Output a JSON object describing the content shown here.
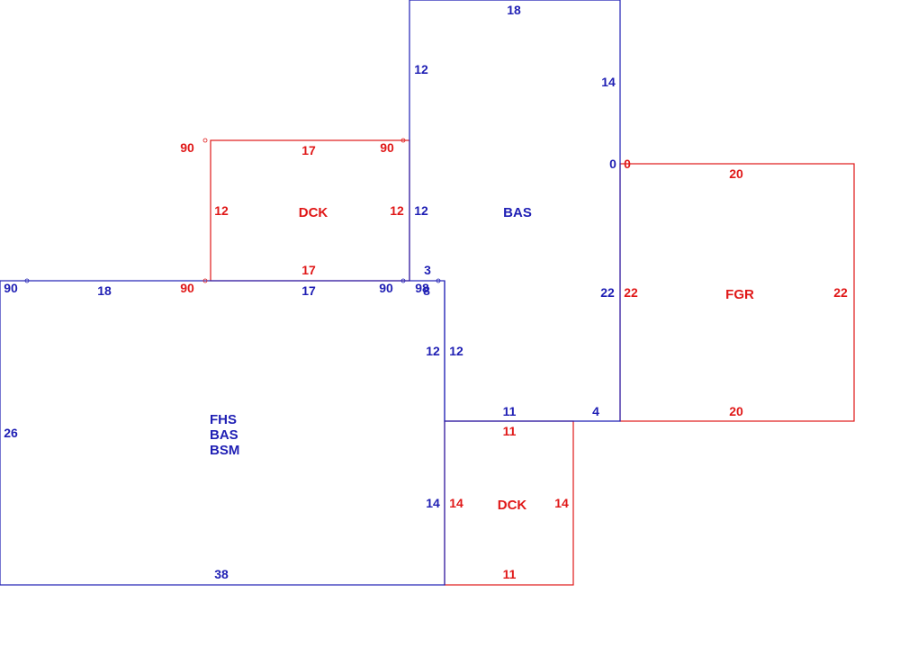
{
  "colors": {
    "blue": "#1f1fb4",
    "red": "#e01818"
  },
  "areas": {
    "bas_top": "BAS",
    "dck_top": "DCK",
    "fgr": "FGR",
    "dck_bottom": "DCK",
    "main_lines": [
      "FHS",
      "BAS",
      "BSM"
    ]
  },
  "dims": {
    "bas_top_18": "18",
    "bas_left_upper_12": "12",
    "bas_right_14": "14",
    "bas_right_0": "0",
    "fgr_left_0": "0",
    "fgr_top_20": "20",
    "fgr_right_22": "22",
    "fgr_left_22": "22",
    "fgr_bottom_20": "20",
    "bas_right_lower_22": "22",
    "dck_top_17": "17",
    "dck_left_12": "12",
    "dck_right_12": "12",
    "dck_bottom_17": "17",
    "angle_dck_tl": "90",
    "angle_dck_tr": "90",
    "angle_dck_bl": "90",
    "bas_left_mid_12": "12",
    "bas_step_3": "3",
    "main_angle_left": "90",
    "main_top_18": "18",
    "main_top_17": "17",
    "main_angle_90": "90",
    "main_angle_98": "98",
    "main_8": "8",
    "main_right_12": "12",
    "bas_left_lower_12": "12",
    "bas_bottom_11": "11",
    "bas_bottom_4": "4",
    "main_left_26": "26",
    "main_bottom_38": "38",
    "main_right_14": "14",
    "dck2_left_14": "14",
    "dck2_right_14": "14",
    "dck2_top_11": "11",
    "dck2_bottom_11": "11"
  }
}
